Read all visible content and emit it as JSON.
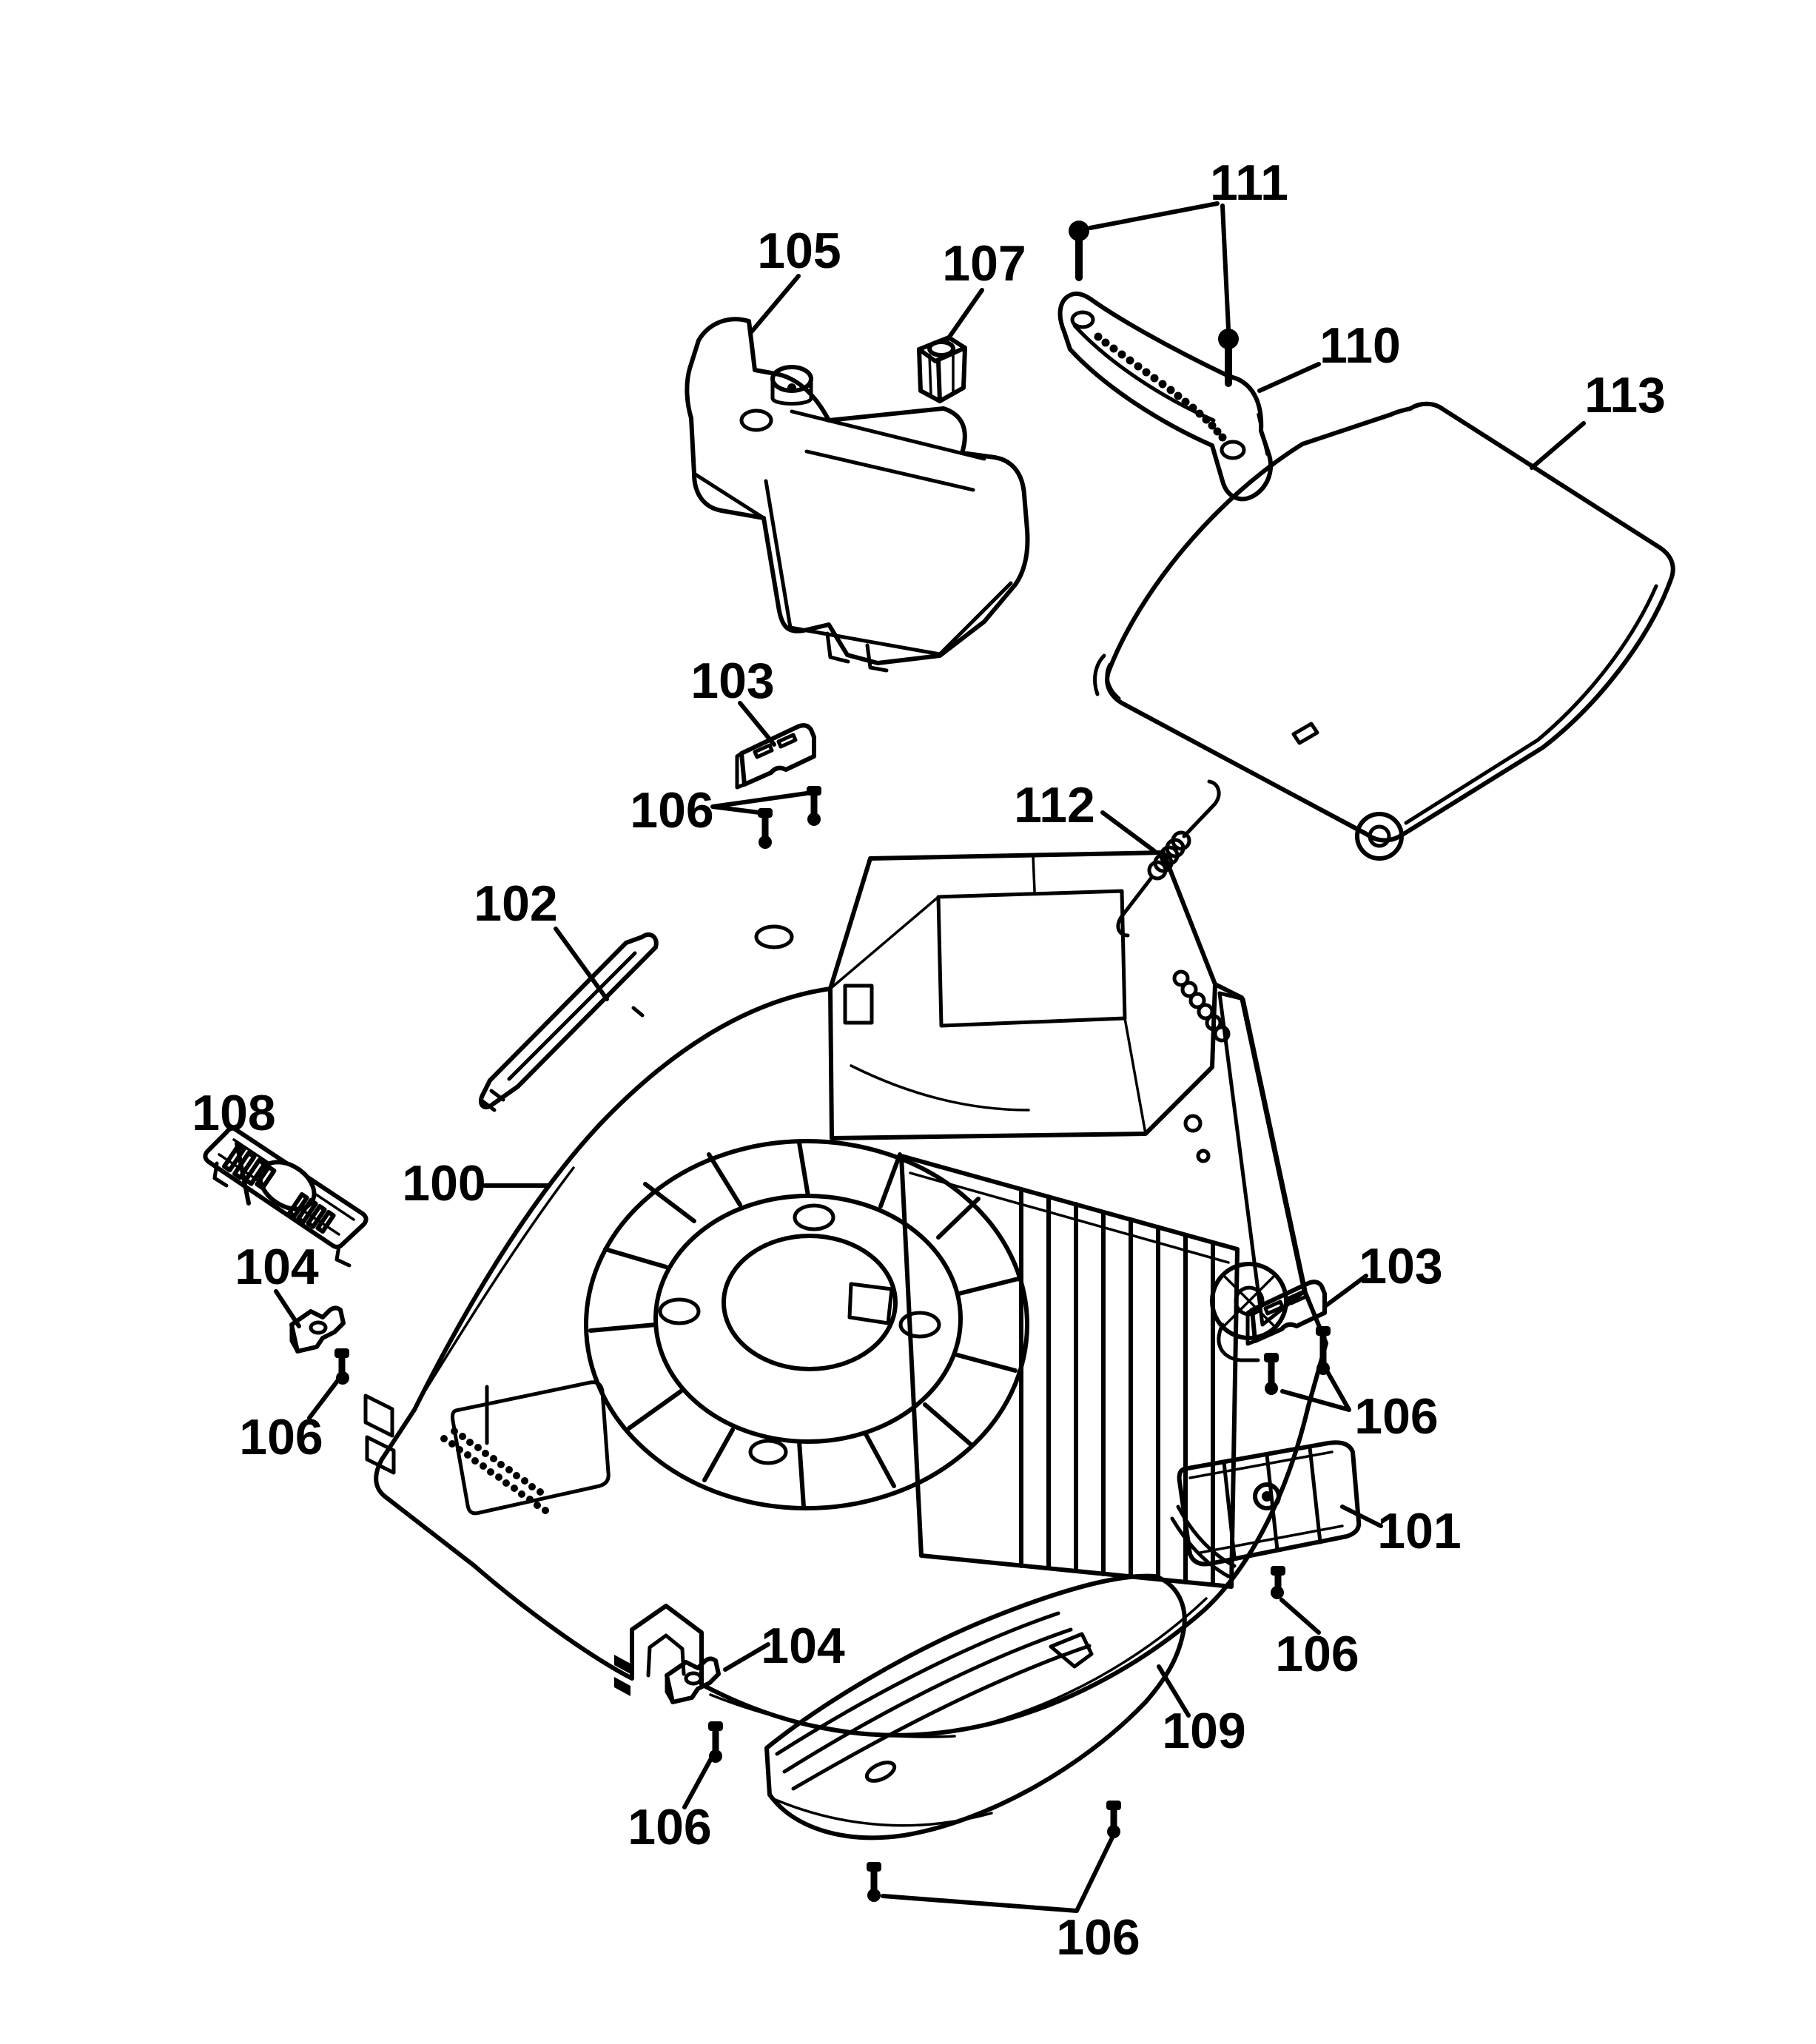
{
  "page": {
    "background_color": "#ffffff",
    "ink_color": "#000000"
  },
  "diagram": {
    "kind": "exploded parts line-art diagram",
    "part_numbers_visible": [
      "100",
      "101",
      "102",
      "103",
      "104",
      "105",
      "106",
      "107",
      "108",
      "109",
      "110",
      "111",
      "112",
      "113"
    ],
    "labels": {
      "n100": "100",
      "n101": "101",
      "n102": "102",
      "n103": "103",
      "n104": "104",
      "n105": "105",
      "n106": "106",
      "n107": "107",
      "n108": "108",
      "n109": "109",
      "n110": "110",
      "n111": "111",
      "n112": "112",
      "n113": "113"
    },
    "callout_counts": {
      "103": 2,
      "104": 2,
      "106": 6
    }
  }
}
